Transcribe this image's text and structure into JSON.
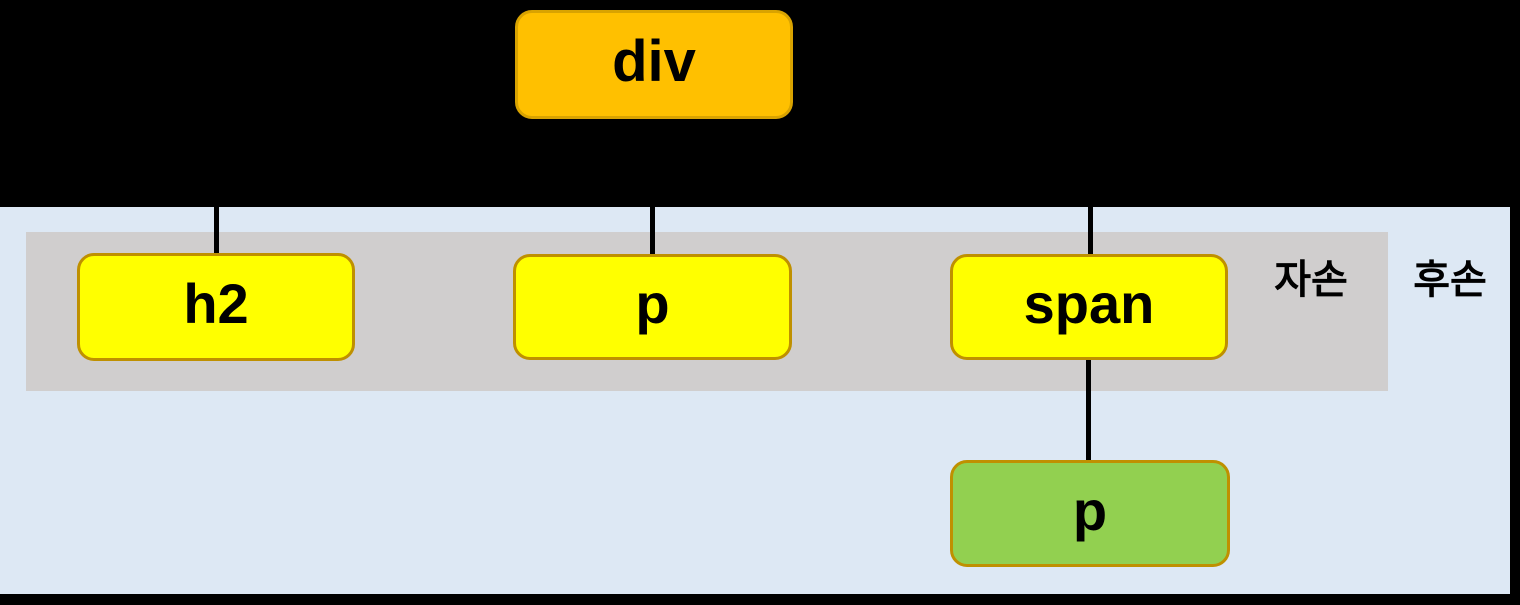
{
  "diagram": {
    "title_hint": "DOM tree: children vs descendants",
    "root_node": {
      "label": "div"
    },
    "children": [
      {
        "label": "h2"
      },
      {
        "label": "p"
      },
      {
        "label": "span"
      }
    ],
    "grandchild": {
      "label": "p",
      "parent": "span"
    },
    "zone_labels": {
      "children_band": "자손",
      "descendants_area": "후손"
    },
    "colors": {
      "background": "#000000",
      "descendants_area": "#DDE8F4",
      "children_band": "#D0CECE",
      "root_fill": "#FFC000",
      "root_border": "#D9A300",
      "child_fill": "#FFFF00",
      "child_border": "#BF9000",
      "grandchild_fill": "#92D050",
      "grandchild_border": "#BF9000",
      "connector": "#000000",
      "text": "#000000"
    }
  }
}
